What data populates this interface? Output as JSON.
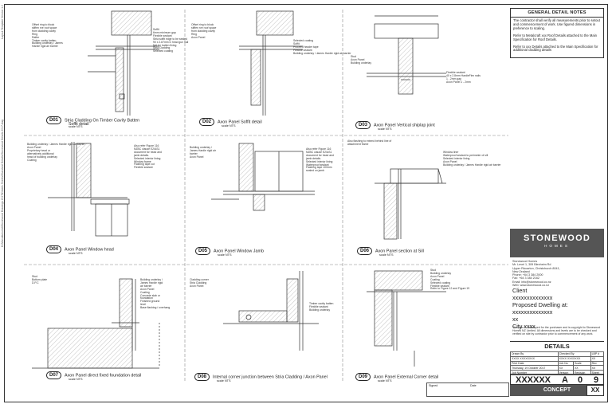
{
  "sheet": {
    "side_label": "Layout Template Version 1.0",
    "file_path": "K:\\Manufactured\\Stonewood Drawings 2017\\Details Sheets\\Standard Details\\Stonewood Details 2017.dwg"
  },
  "details": [
    {
      "id": "D01",
      "title": "Stria Cladding On Timber Cavity Batten",
      "subtitle": "Soffit detail",
      "scale": "scale NTS"
    },
    {
      "id": "D02",
      "title": "Axon Panel Soffit detail",
      "subtitle": "",
      "scale": "scale NTS"
    },
    {
      "id": "D03",
      "title": "Axon Panel Vertical shiplap joint",
      "subtitle": "",
      "scale": "scale NTS"
    },
    {
      "id": "D04",
      "title": "Axon Panel Window head",
      "subtitle": "",
      "scale": "scale NTS"
    },
    {
      "id": "D05",
      "title": "Axon Panel Window Jamb",
      "subtitle": "",
      "scale": "scale NTS"
    },
    {
      "id": "D06",
      "title": "Axon Panel section at Sill",
      "subtitle": "",
      "scale": "scale NTS"
    },
    {
      "id": "D07",
      "title": "Axon Panel  direct fixed foundation detail",
      "subtitle": "",
      "scale": "scale NTS"
    },
    {
      "id": "D08",
      "title": "Internal corner junction between Stria Cladding / Axon Panel",
      "subtitle": "",
      "scale": "scale NTS"
    },
    {
      "id": "D09",
      "title": "Axon Panel External Corner detail",
      "subtitle": "",
      "scale": "scale NTS"
    }
  ],
  "notes": {
    "d01": [
      "Offset ring to block",
      "stiffen rve roof space",
      "from cladding cavity",
      "Ring",
      "Rafter",
      "Timber cavity batten",
      "Building underlay / James",
      "Hardie rigid air barrier",
      "Soffit",
      "6mm minimum gap",
      "Flexible sealant",
      "Stria soffit edge to be sealed",
      "90 x 2.87mm D head gun nail",
      "Net for batten fixing",
      "Stria Cladding",
      "Selected coating"
    ],
    "d02": [
      "Offset ring to block",
      "stiffen rve roof space",
      "from cladding cavity",
      "Ring",
      "Axon Panel",
      "Selected coating",
      "Soffit",
      "Proceed header tape",
      "Flexible sealant",
      "Building underlay / James Hardie rigid air barrier"
    ],
    "d03": [
      "Stud",
      "Axon Panel",
      "Building underlay",
      "Flexible sealant",
      "40 x 2.8mm HardieFlex nails",
      "1 - 2mm gap",
      "Axon Panel 1 - 2mm"
    ],
    "d04": [
      "Building underlay / James Hardie rigid air barrier",
      "Axon Panel",
      "Proprietary head or",
      "alternatively additional",
      "head of building underlay",
      "Coating",
      "Also refer Figure 116",
      "NZBC clause E2/AS1",
      "document for head and",
      "jamb details.",
      "Selected interior lining",
      "Window frame",
      "Flashing tape cut",
      "Flexible sealant"
    ],
    "d05": [
      "Building underlay /",
      "James Hardie rigid air",
      "barrier",
      "Axon Panel",
      "Also refer Figure 116",
      "NZBC clause E2/AS1",
      "document for head and",
      "jamb details.",
      "Selected interior lining",
      "Waterproof sealant",
      "Flashing tape 100mm",
      "sealed on jamb"
    ],
    "d06": [
      "Also flashing to extend behind line of",
      "attachment frame",
      "Window liner",
      "Waterproof sealant to perimeter of sill",
      "Selected interior lining",
      "Axon Panel",
      "Building underlay / James Hardie rigid air barrier"
    ],
    "d07": [
      "Stud",
      "Bottom plate",
      "D.P.C",
      "Building underlay /",
      "James Hardie rigid",
      "air barrier",
      "Axon Panel",
      "Coating",
      "Concrete slab or",
      "foundation",
      "Finished ground",
      "level",
      "Base flashing / overhang"
    ],
    "d08": [
      "Cladding corner",
      "Stria Cladding",
      "Axon Panel",
      "Timber cavity batten",
      "Flexible sealant",
      "Building underlay"
    ],
    "d09": [
      "Stud",
      "Building underlay",
      "Axon Panel",
      "Coating",
      "Selected coating",
      "Flexible sealant",
      "Refer to Figure 12 and Figure 19"
    ]
  },
  "general_notes": {
    "title": "GENERAL DETAIL NOTES",
    "items": [
      "The contractor shall verify all measurements prior to setout and commencement of work. Use figured dimensions in preference to scaling.",
      "Refer to Metalcraft xxx Roof Details attached to the Main Specification for Roof Details.",
      "Refer to xxx Details attached to the Main Specification for additional cladding details"
    ]
  },
  "brand": {
    "name": "STONEWOOD",
    "sub": "HOMES"
  },
  "address": [
    "Stonewood Homes",
    "Mr. Level 1, 309 Blenheim Rd",
    "Upper Riccarton, Christchurch 8041,",
    "New Zealand",
    "Phone: +64 3 384 2000",
    "Fax: +64 3 384 2162",
    "Email: info@stonewood.co.nz",
    "Web: www.stonewood.co.nz"
  ],
  "client": {
    "label": "Client",
    "name": "xxxxxxxxxxxxxx",
    "project": "Proposed Dwelling at:",
    "address1": "xxxxxxxxxxxxxx",
    "address2": "xx",
    "city": "City xxxx"
  },
  "disclaimer": "This plan is developed for the purchaser and is copyright to Stonewood Homes NZ Limited. All dimensions and levels are to be checked and verified on site by contractor prior to commencement of any work.",
  "sheet_title": "DETAILS",
  "table": {
    "r1": [
      "Drawn By",
      "Checked By",
      "LBP #"
    ],
    "r2": [
      "XXXX XXXXXXXX",
      "XXXX XXXXXXX",
      "XX"
    ],
    "r3": [
      "Print Date",
      "Job No",
      "Scale",
      "Rev"
    ],
    "r4": [
      "Thursday, 19 October 2017",
      "XX",
      "XX",
      "XX"
    ],
    "r5": [
      "Job Number",
      "Version",
      "Revision",
      "Sheet"
    ]
  },
  "big": {
    "job": "XXXXXX",
    "version": "A",
    "revision": "0",
    "sheet": "9"
  },
  "concept": "CONCEPT",
  "revision_box": "XX",
  "signed": {
    "label": "Signed",
    "date": "Date"
  },
  "colors": {
    "line": "#333333",
    "fill": "#555555",
    "hatch": "#9a9a9a"
  }
}
